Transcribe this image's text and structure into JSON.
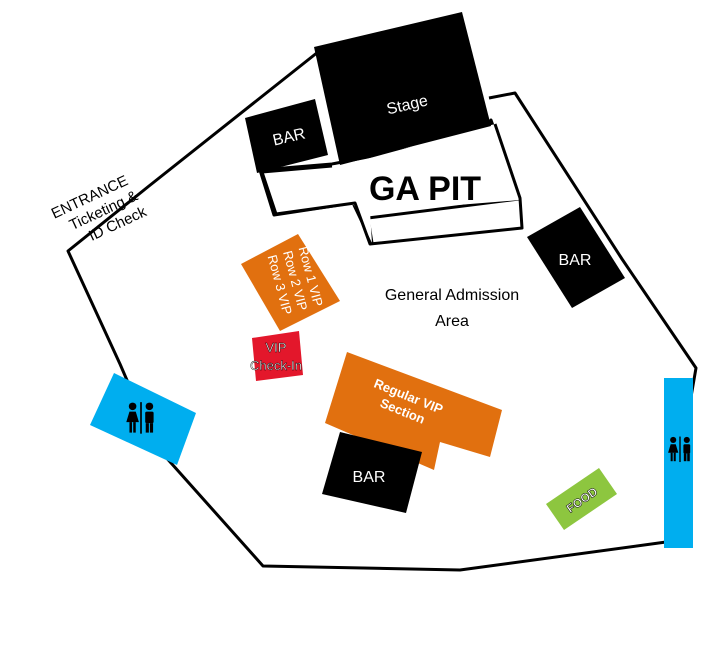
{
  "map": {
    "stage": {
      "label": "Stage"
    },
    "ga_pit": {
      "label": "GA PIT"
    },
    "bars": [
      {
        "label": "BAR"
      },
      {
        "label": "BAR"
      },
      {
        "label": "BAR"
      }
    ],
    "entrance": {
      "line1": "ENTRANCE",
      "line2": "Ticketing &",
      "line3": "ID Check"
    },
    "general_admission": {
      "line1": "General Admission",
      "line2": "Area"
    },
    "row_vip": {
      "row1": "Row 1 VIP",
      "row2": "Row 2 VIP",
      "row3": "Row 3 VIP"
    },
    "vip_checkin": {
      "line1": "VIP",
      "line2": "Check-In"
    },
    "regular_vip": {
      "line1": "Regular VIP",
      "line2": "Section"
    },
    "food": {
      "label": "FOOD"
    },
    "restrooms": [
      {
        "icon": "restroom-icon"
      },
      {
        "icon": "restroom-icon"
      }
    ]
  },
  "colors": {
    "black": "#000000",
    "vip_orange": "#e1700f",
    "checkin_red": "#e3172b",
    "restroom_blue": "#00aeef",
    "food_green": "#8dc63f"
  }
}
